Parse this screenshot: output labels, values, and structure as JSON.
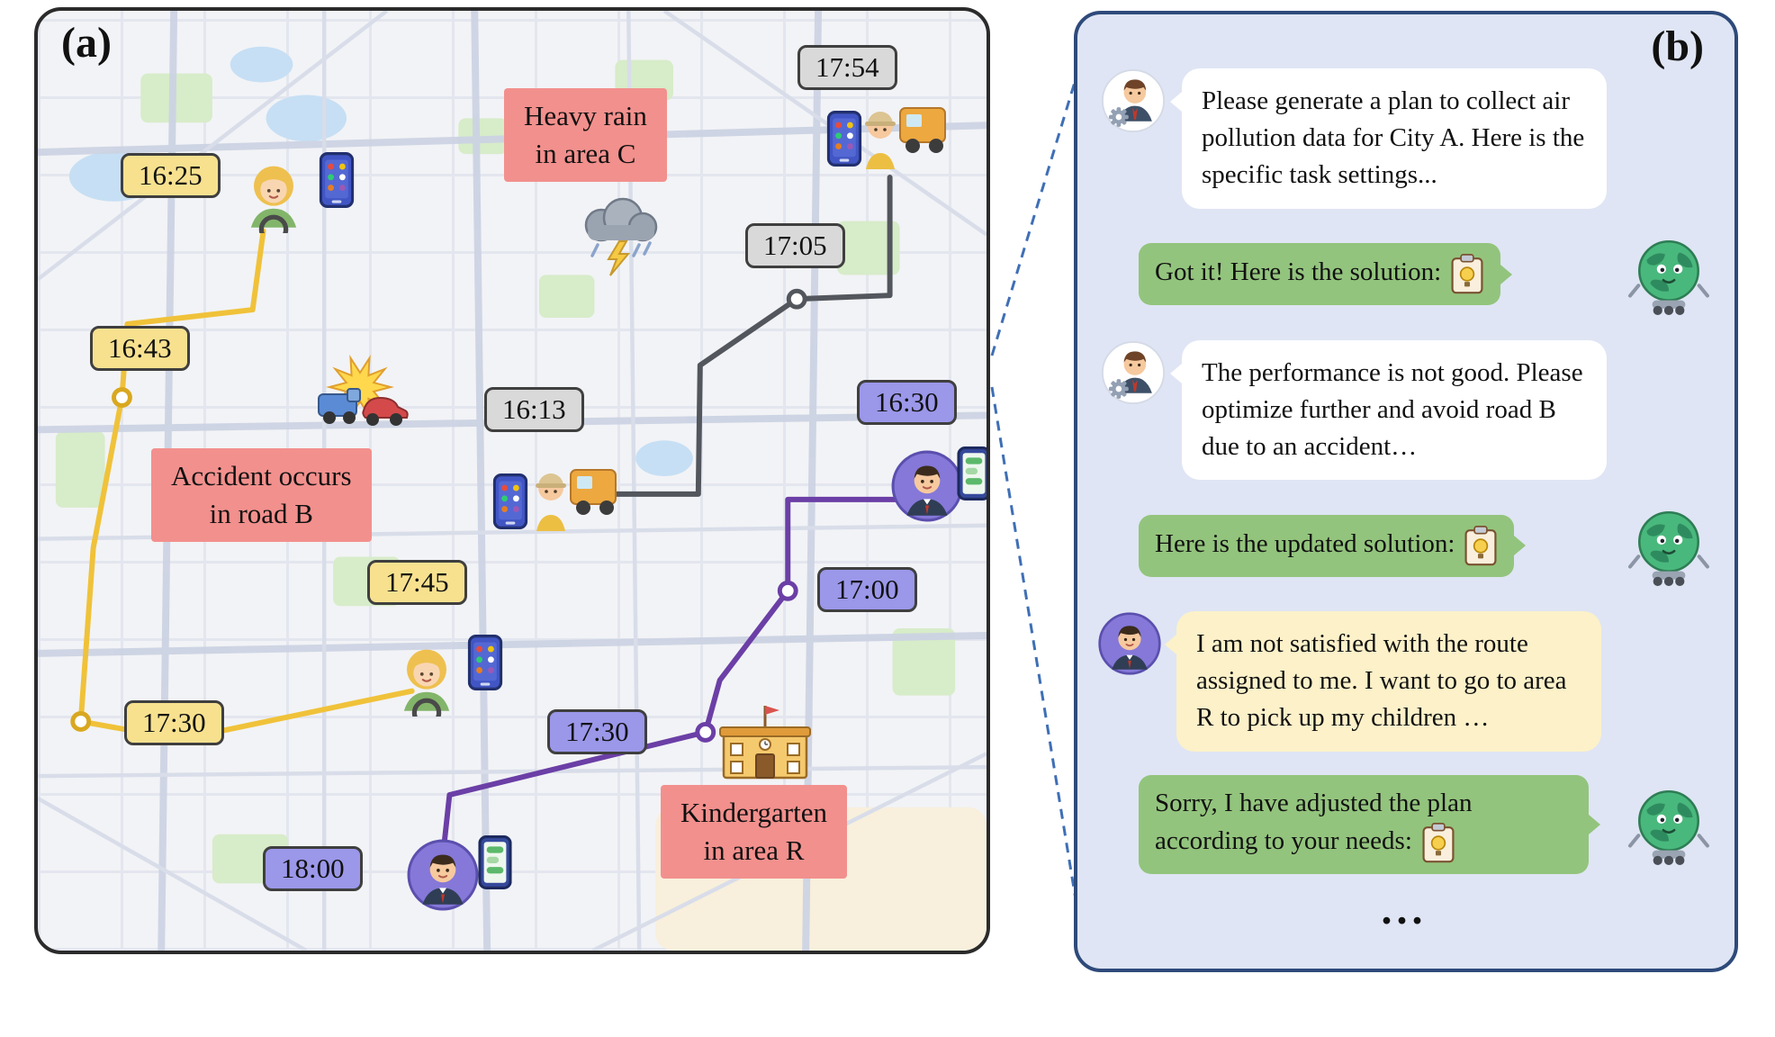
{
  "figure": {
    "panel_a_label": "(a)",
    "panel_b_label": "(b)"
  },
  "map": {
    "time_labels": [
      {
        "text": "16:25",
        "route": "yellow"
      },
      {
        "text": "16:43",
        "route": "yellow"
      },
      {
        "text": "17:45",
        "route": "yellow"
      },
      {
        "text": "17:30",
        "route": "yellow"
      },
      {
        "text": "17:54",
        "route": "gray"
      },
      {
        "text": "17:05",
        "route": "gray"
      },
      {
        "text": "16:13",
        "route": "gray"
      },
      {
        "text": "16:30",
        "route": "purple"
      },
      {
        "text": "17:00",
        "route": "purple"
      },
      {
        "text": "17:30",
        "route": "purple"
      },
      {
        "text": "18:00",
        "route": "purple"
      }
    ],
    "events": [
      {
        "text": "Heavy rain\nin area C"
      },
      {
        "text": "Accident occurs\nin road B"
      },
      {
        "text": "Kindergarten\nin area R"
      }
    ],
    "colors": {
      "route_yellow": "#f0c23a",
      "route_gray": "#53575d",
      "route_purple": "#6b3fa6",
      "waypoint_yellow": "#d9a820",
      "waypoint_gray": "#53575d",
      "waypoint_purple": "#6b3fa6",
      "label_yellow_bg": "#f7e18f",
      "label_gray_bg": "#d9d9d9",
      "label_purple_bg": "#9b97e9",
      "event_label_bg": "#f2908d"
    }
  },
  "chat": {
    "messages": [
      {
        "sender": "city-manager",
        "style": "white",
        "text": "Please generate a plan to collect air pollution data for City A. Here is the specific task settings..."
      },
      {
        "sender": "ai-agent",
        "style": "green",
        "text": "Got it! Here is the solution:"
      },
      {
        "sender": "city-manager",
        "style": "white",
        "text": "The performance is not good. Please optimize further and avoid road B due to an accident…"
      },
      {
        "sender": "ai-agent",
        "style": "green",
        "text": "Here is the updated solution:"
      },
      {
        "sender": "driver",
        "style": "yellow",
        "text": "I am not satisfied with the route assigned to me. I want to go to area R to pick up my children …"
      },
      {
        "sender": "ai-agent",
        "style": "green",
        "text": "Sorry, I have adjusted the plan according to your needs:"
      }
    ],
    "ellipsis": "...",
    "colors": {
      "bubble_green": "#93c47d",
      "bubble_yellow": "#fcf1c9",
      "bubble_white": "#ffffff",
      "panel_bg": "#dfe5f4"
    }
  },
  "icons": {
    "storm-cloud-icon": "⛈",
    "accident-icon": "💥",
    "kindergarten-icon": "🏫",
    "app-phone-icon": "📱",
    "chat-phone-icon": "📱",
    "female-driver-icon": "🚗",
    "truck-driver-icon": "🚚",
    "male-driver-icon": "🚗",
    "city-manager-icon": "👔",
    "gear-icon": "⚙",
    "earth-agent-icon": "🌍",
    "solution-clipboard-icon": "📋",
    "waypoint-icon": "○"
  }
}
